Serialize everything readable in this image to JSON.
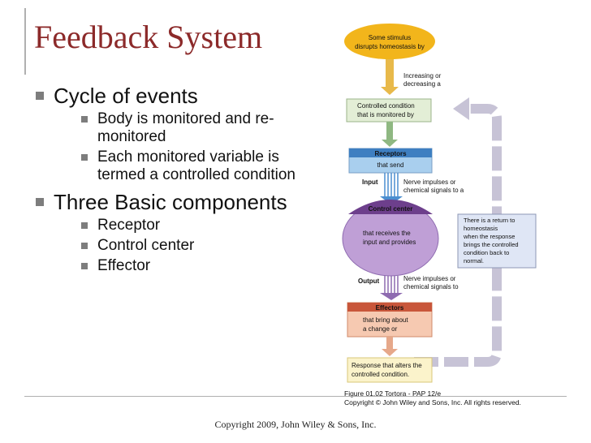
{
  "slide": {
    "title": "Feedback System",
    "copyright": "Copyright 2009, John Wiley & Sons, Inc."
  },
  "bullets": [
    {
      "text": "Cycle of events",
      "children": [
        "Body is monitored and re-monitored",
        "Each monitored variable is termed a controlled condition"
      ]
    },
    {
      "text": "Three Basic components",
      "children": [
        "Receptor",
        "Control center",
        "Effector"
      ]
    }
  ],
  "diagram": {
    "stimulus": [
      "Some stimulus",
      "disrupts homeostasis by"
    ],
    "increasing": [
      "Increasing or",
      "decreasing a"
    ],
    "controlled": [
      "Controlled condition",
      "that is monitored by"
    ],
    "receptors_title": "Receptors",
    "receptors_sub": "that send",
    "input_label": "Input",
    "input_signal": [
      "Nerve impulses or",
      "chemical signals to a"
    ],
    "control_title": "Control center",
    "control_sub": [
      "that receives the",
      "input and provides"
    ],
    "output_label": "Output",
    "output_signal": [
      "Nerve impulses or",
      "chemical signals to"
    ],
    "effectors_title": "Effectors",
    "effectors_sub": [
      "that bring about",
      "a change or"
    ],
    "response": [
      "Response that alters the",
      "controlled condition."
    ],
    "return_note": [
      "There is a return to",
      "homeostasis",
      "when the response",
      "brings the controlled",
      "condition back to",
      "normal."
    ],
    "figure_caption": [
      "Figure 01.02  Tortora - PAP 12/e",
      "Copyright © John Wiley and Sons, Inc. All rights reserved."
    ]
  },
  "colors": {
    "title": "#8c2a2a",
    "stimulus": "#f2b51b",
    "controlled": "#e3eed6",
    "receptors_header": "#3e7fc1",
    "receptors_body": "#a9cfee",
    "control_center": "#bf9fd6",
    "control_header": "#6d3f8c",
    "effectors_header": "#c8563a",
    "effectors_body": "#f6c9b1",
    "response": "#fbf3cb",
    "return_note": "#dfe6f5",
    "loop": "#c7c3d6"
  }
}
